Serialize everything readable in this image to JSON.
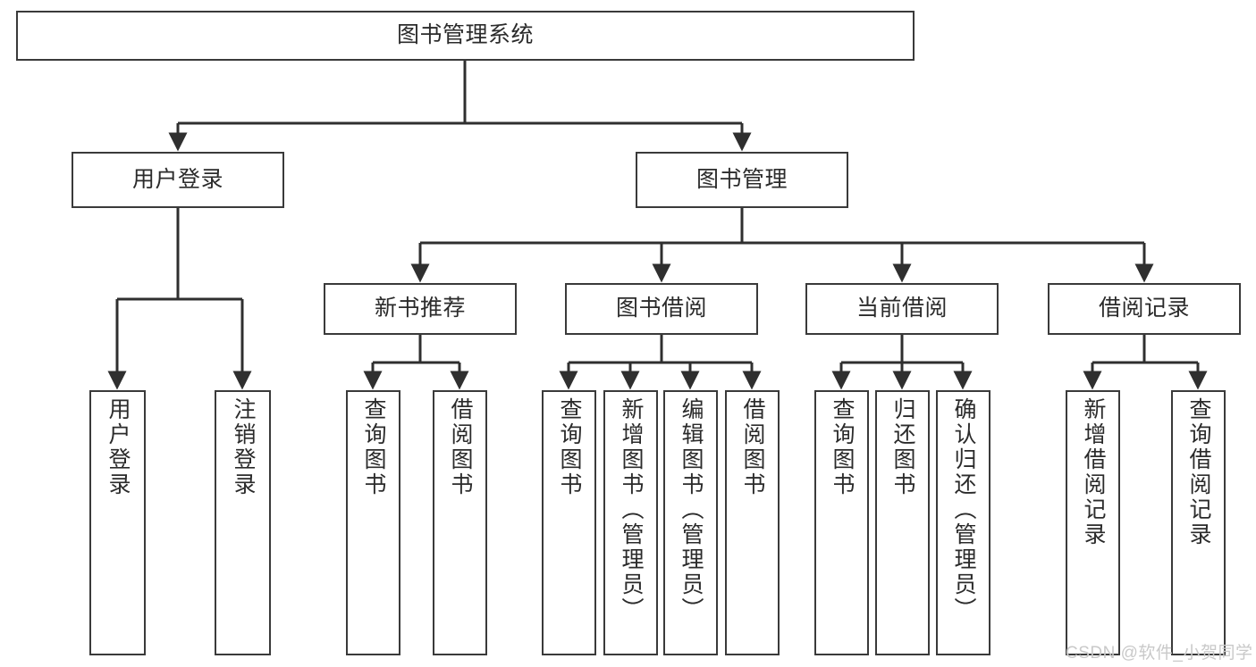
{
  "diagram": {
    "title": "图书管理系统",
    "type": "tree-structure-chart",
    "watermark": "CSDN @软件_小贺同学",
    "colors": {
      "node_border": "#3a3a3a",
      "node_fill": "#ffffff",
      "edge": "#2f2f2f",
      "text": "#2b2b2b",
      "watermark": "#c9c9c9",
      "background": "#ffffff"
    },
    "nodes": {
      "root": {
        "label": "图书管理系统"
      },
      "level1": [
        {
          "id": "user-login",
          "label": "用户登录"
        },
        {
          "id": "book-management",
          "label": "图书管理"
        }
      ],
      "level2": [
        {
          "id": "new-book-recommend",
          "label": "新书推荐"
        },
        {
          "id": "book-borrow",
          "label": "图书借阅"
        },
        {
          "id": "current-borrow",
          "label": "当前借阅"
        },
        {
          "id": "borrow-record",
          "label": "借阅记录"
        }
      ],
      "leaves": {
        "user-login": [
          {
            "id": "leaf-user-login",
            "label": "用户登录"
          },
          {
            "id": "leaf-logout",
            "label": "注销登录"
          }
        ],
        "new-book-recommend": [
          {
            "id": "leaf-query-book-1",
            "label": "查询图书"
          },
          {
            "id": "leaf-borrow-book-1",
            "label": "借阅图书"
          }
        ],
        "book-borrow": [
          {
            "id": "leaf-query-book-2",
            "label": "查询图书"
          },
          {
            "id": "leaf-add-book",
            "label": "新增图书（管理员）"
          },
          {
            "id": "leaf-edit-book",
            "label": "编辑图书（管理员）"
          },
          {
            "id": "leaf-borrow-book-2",
            "label": "借阅图书"
          }
        ],
        "current-borrow": [
          {
            "id": "leaf-query-book-3",
            "label": "查询图书"
          },
          {
            "id": "leaf-return-book",
            "label": "归还图书"
          },
          {
            "id": "leaf-confirm-return",
            "label": "确认归还（管理员）"
          }
        ],
        "borrow-record": [
          {
            "id": "leaf-add-record",
            "label": "新增借阅记录"
          },
          {
            "id": "leaf-query-record",
            "label": "查询借阅记录"
          }
        ]
      }
    }
  }
}
